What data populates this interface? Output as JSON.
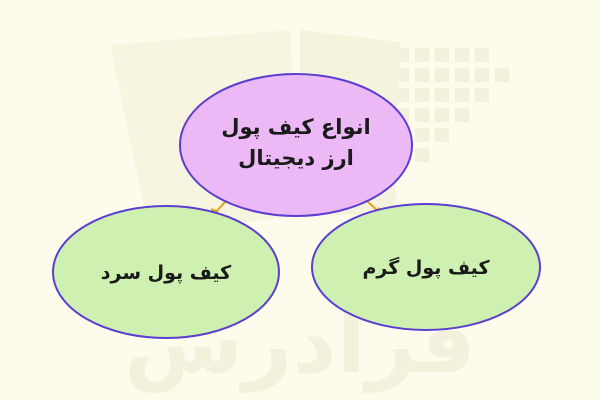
{
  "colors": {
    "background": "#fdfcec",
    "root_fill": "#ecb8f5",
    "leaf_fill": "#cef0b0",
    "node_stroke": "#5a3fd0",
    "connector": "#e3a21a",
    "watermark": "#f3f1dc"
  },
  "diagram": {
    "root": {
      "line1": "انواع کیف پول",
      "line2": "ارز دیجیتال"
    },
    "children": [
      {
        "label": "کیف پول سرد"
      },
      {
        "label": "کیف پول گرم"
      }
    ]
  },
  "watermark": {
    "text": "فرادرس"
  }
}
